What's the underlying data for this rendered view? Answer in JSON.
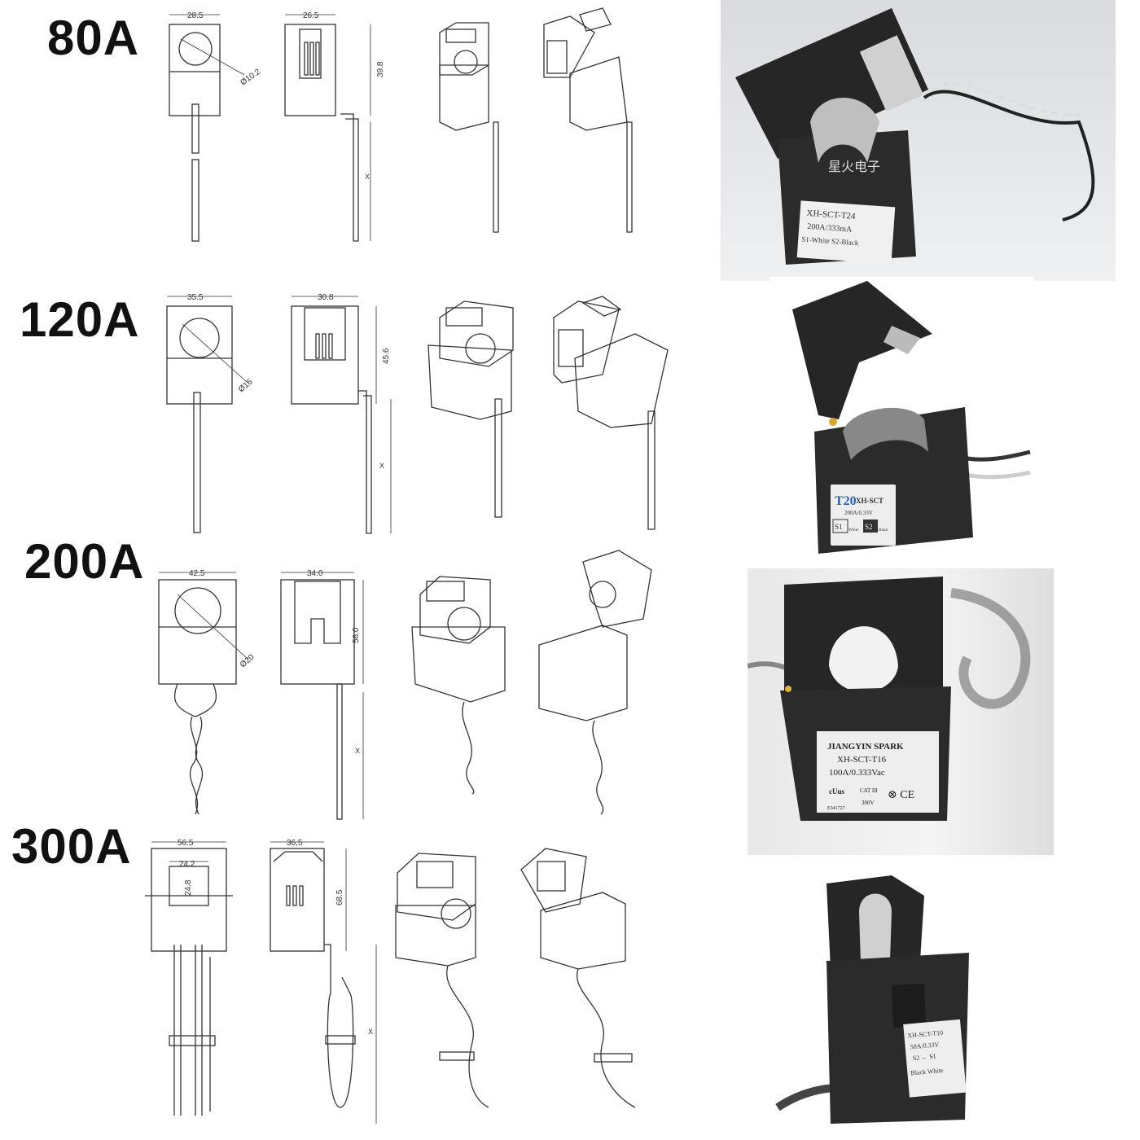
{
  "ratings": [
    {
      "label": "80A",
      "dims": {
        "width": "28.5",
        "depth": "26.5",
        "height": "39.8",
        "hole": "Ø10.2",
        "lead": "X"
      },
      "photo": {
        "brand": "星火电子",
        "label_lines": [
          "XH-SCT-T24",
          "200A/333mA",
          "S1-White  S2-Black"
        ]
      }
    },
    {
      "label": "120A",
      "dims": {
        "width": "35.5",
        "depth": "30.8",
        "height": "45.6",
        "hole": "Ø16",
        "lead": "X"
      },
      "photo": {
        "model": "T20",
        "series": "XH-SCT",
        "spec": "200A/0.33V",
        "s1": "S1",
        "s1_color": "White",
        "s2": "S2",
        "s2_color": "Black"
      }
    },
    {
      "label": "200A",
      "dims": {
        "width": "42.5",
        "depth": "34.0",
        "height": "56.0",
        "hole": "Ø20",
        "lead": "X"
      },
      "photo": {
        "maker": "JIANGYIN SPARK",
        "model": "XH-SCT-T16",
        "spec": "100A/0.333Vac",
        "cat": "CAT III",
        "volt": "300V",
        "cert": "E341727"
      }
    },
    {
      "label": "300A",
      "dims": {
        "width": "56.5",
        "depth": "36,5",
        "height": "68.5",
        "inner_w": "24.2",
        "inner_h": "24.8",
        "lead": "X"
      },
      "photo": {
        "label_lines": [
          "XH-SCT-T10",
          "50A/0.33V",
          "S2 ← S1",
          "Black   White"
        ]
      }
    }
  ],
  "colors": {
    "line": "#333333",
    "body": "#2a2a2a",
    "label_bg": "#f0f0f0",
    "accent_blue": "#2b5fb3"
  }
}
